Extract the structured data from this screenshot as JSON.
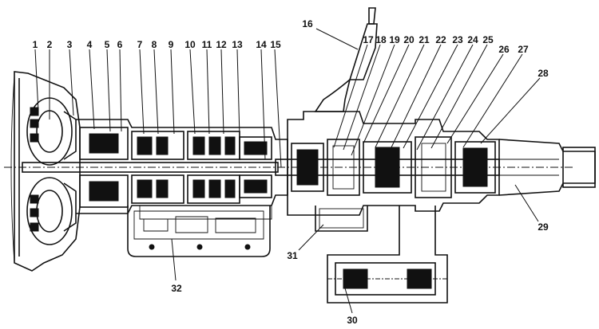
{
  "diagram": {
    "callouts": [
      "1",
      "2",
      "3",
      "4",
      "5",
      "6",
      "7",
      "8",
      "9",
      "10",
      "11",
      "12",
      "13",
      "14",
      "15",
      "16",
      "17",
      "18",
      "19",
      "20",
      "21",
      "22",
      "23",
      "24",
      "25",
      "26",
      "27",
      "28",
      "29",
      "30",
      "31",
      "32"
    ]
  }
}
